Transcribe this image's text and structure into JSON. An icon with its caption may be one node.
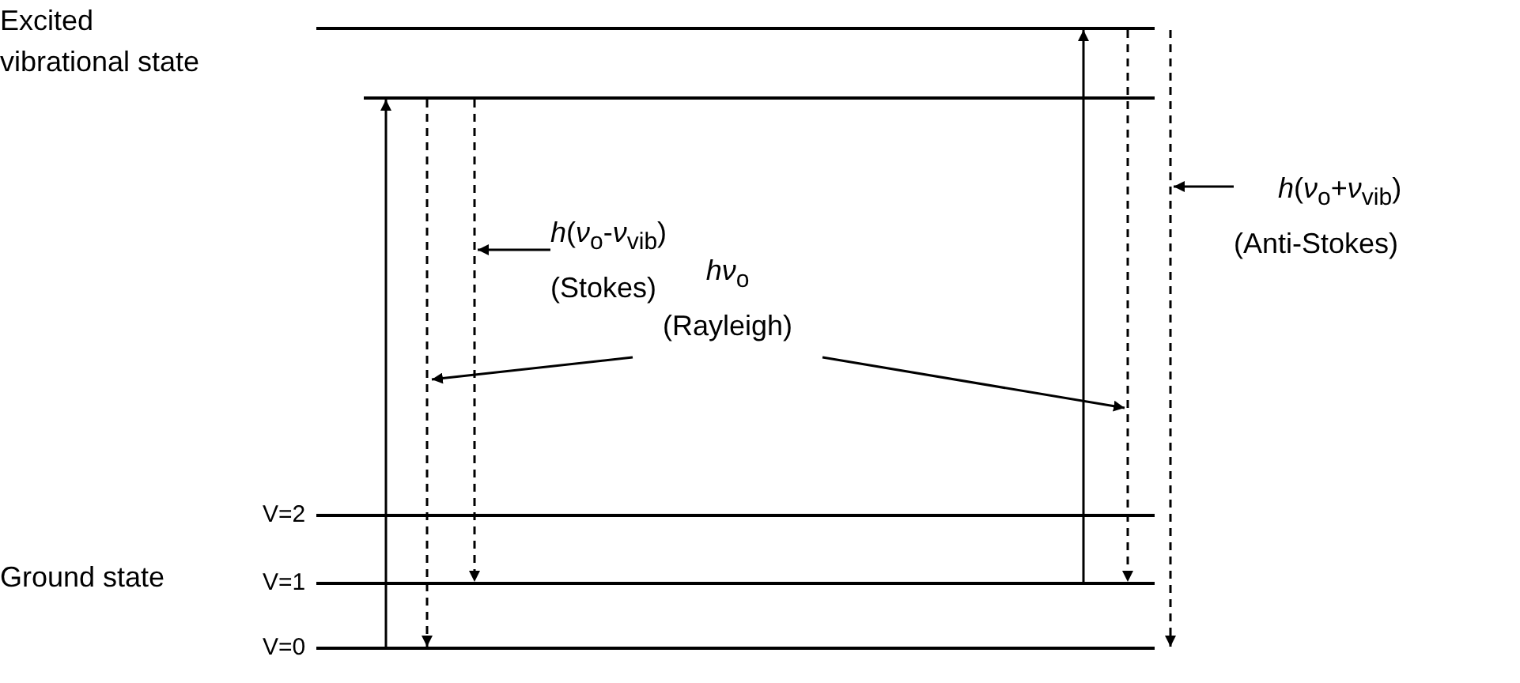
{
  "diagram": {
    "nodes": [
      {
        "text": [],
        "shape": "line"
      },
      {
        "text": [],
        "shape": "line"
      },
      {
        "text": [],
        "shape": "line",
        "beside": [
          "V=2"
        ]
      },
      {
        "text": [],
        "shape": "line",
        "beside": [
          "V=1"
        ]
      },
      {
        "text": [],
        "shape": "line",
        "beside": [
          "V=0"
        ]
      },
      {
        "text": [
          "*h*(*ν*$_{o}$-*ν*$_{vib}$)",
          "(Stokes)"
        ]
      },
      {
        "text": [
          "*hν*$_{o}$",
          "(Rayleigh)"
        ]
      },
      {
        "text": [
          "*h*(*ν*$_{o}$+*ν*$_{vib}$)",
          "(Anti-Stokes)"
        ]
      }
    ],
    "edges": [
      {
        "from": 4,
        "to": 1,
        "arrow": "to"
      },
      {
        "from": 1,
        "to": 4,
        "arrow": "to",
        "style": "dashed"
      },
      {
        "from": 1,
        "to": 3,
        "arrow": "to",
        "style": "dashed"
      },
      {
        "from": 3,
        "to": 0,
        "arrow": "to"
      },
      {
        "from": 0,
        "to": 3,
        "arrow": "to",
        "style": "dashed"
      },
      {
        "from": 0,
        "to": 4,
        "arrow": "to",
        "style": "dashed"
      },
      {
        "from": 5,
        "to": null,
        "arrow": "to"
      },
      {
        "from": 6,
        "to": null,
        "arrow": "to"
      },
      {
        "from": 6,
        "to": null,
        "arrow": "to"
      },
      {
        "from": 7,
        "to": null,
        "arrow": "to"
      }
    ],
    "labels": [
      "Excited vibrational state",
      "Ground state"
    ]
  }
}
